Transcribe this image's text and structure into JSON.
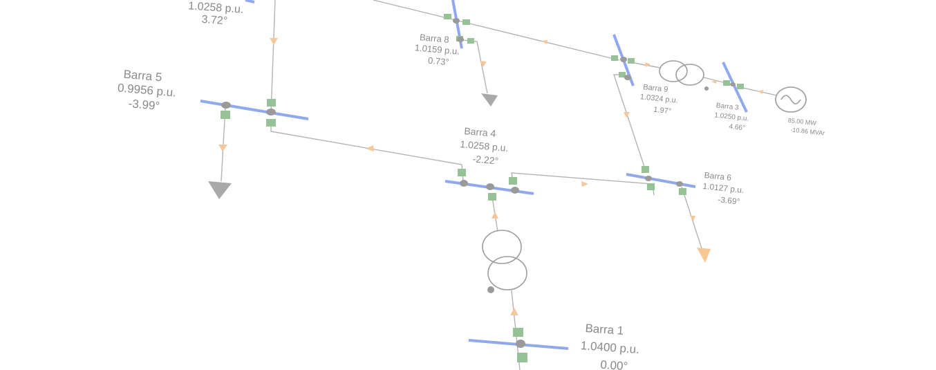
{
  "buses": {
    "barra7": {
      "name": "",
      "voltage": "1.0258 p.u.",
      "angle": "3.72°"
    },
    "barra5": {
      "name": "Barra 5",
      "voltage": "0.9956 p.u.",
      "angle": "-3.99°"
    },
    "barra8": {
      "name": "Barra 8",
      "voltage": "1.0159 p.u.",
      "angle": "0.73°"
    },
    "barra9": {
      "name": "Barra 9",
      "voltage": "1.0324 p.u.",
      "angle": "1.97°"
    },
    "barra3": {
      "name": "Barra 3",
      "voltage": "1.0250 p.u.",
      "angle": "4.66°"
    },
    "barra4": {
      "name": "Barra 4",
      "voltage": "1.0258 p.u.",
      "angle": "-2.22°"
    },
    "barra6": {
      "name": "Barra 6",
      "voltage": "1.0127 p.u.",
      "angle": "-3.69°"
    },
    "barra1": {
      "name": "Barra 1",
      "voltage": "1.0400 p.u.",
      "angle": "0.00°"
    }
  },
  "generator3": {
    "active": "85.00 MW",
    "reactive": "-10.86 MVAr"
  },
  "colors": {
    "bus": "#8fa8ee",
    "breaker": "#97c197",
    "flow_arrow": "#f6c79a",
    "line": "#b3b3b3",
    "load": "#a9a9a9"
  }
}
